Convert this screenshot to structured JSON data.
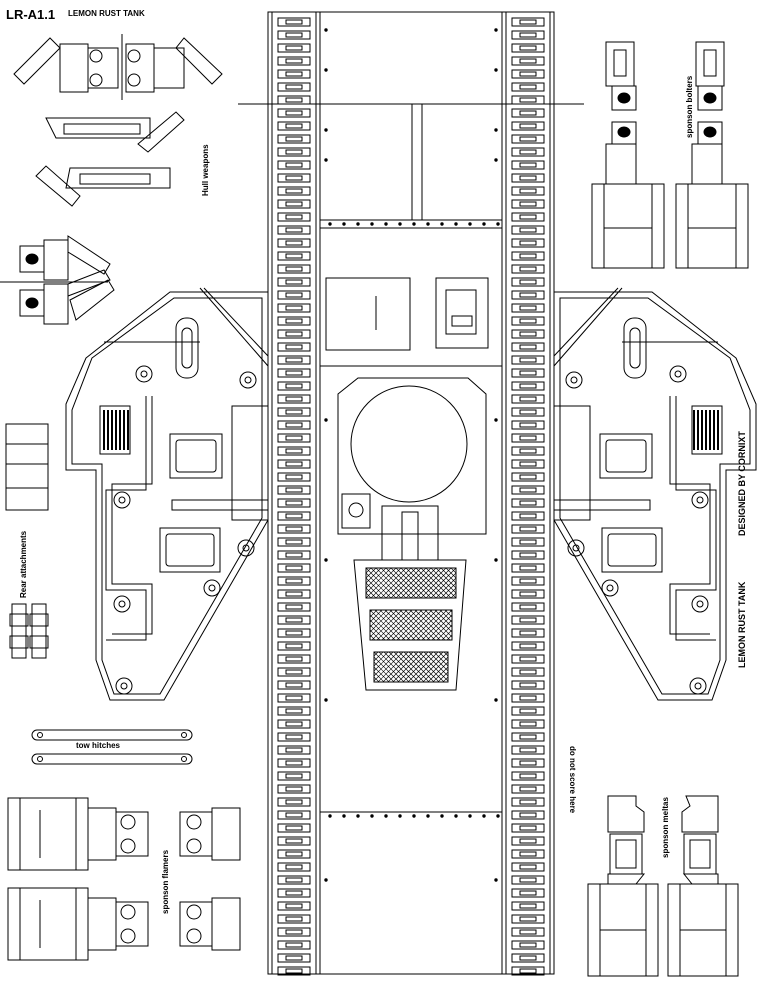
{
  "sheet": {
    "title": "LR-A1.1",
    "subtitle": "LEMON RUST TANK",
    "labels": {
      "hull_weapons": "Hull weapons",
      "sponson_bolters": "sponson bolters",
      "rear_attachments": "Rear attachments",
      "tow_hitches": "tow hitches",
      "sponson_flamers": "sponson flamers",
      "sponson_meltas": "sponson meltas",
      "do_not_score": "do not score here",
      "designed_by": "DESIGNED BY CORNIXT",
      "tank_name_side": "LEMON RUST TANK"
    }
  },
  "colors": {
    "line": "#000000",
    "paper": "#ffffff"
  }
}
